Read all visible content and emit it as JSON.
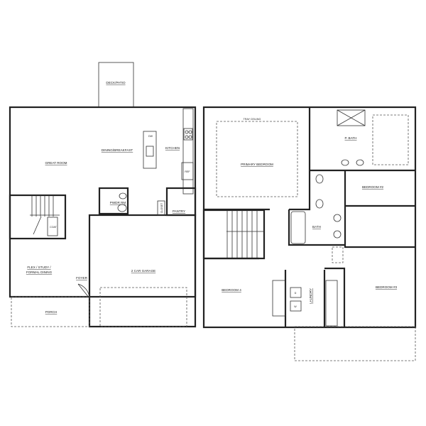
{
  "first_floor": {
    "rooms": {
      "deck": "DECK/PATIO",
      "great_room": "GREAT ROOM",
      "dining": "DINING/BREAKFAST",
      "kitchen": "KITCHEN",
      "powder": "PWDR RM",
      "closet": "CLOSET",
      "pantry": "PANTRY",
      "coat": "COAT",
      "flex_line1": "FLEX / STUDY /",
      "flex_line2": "FORMAL DINING",
      "foyer": "FOYER",
      "garage": "2 CAR GARAGE",
      "porch": "PORCH"
    },
    "fixtures": {
      "dishwasher": "DW",
      "refrigerator": "REF"
    }
  },
  "second_floor": {
    "rooms": {
      "tray": "TRAY CEILING",
      "primary": "PRIMARY BEDROOM",
      "pbath": "P. BATH",
      "bed2": "BEDROOM #2",
      "bath": "BATH",
      "bed4": "BEDROOM 4",
      "laundry": "LAUNDRY",
      "bed3": "BEDROOM #3"
    },
    "fixtures": {
      "dryer": "D",
      "washer": "W"
    }
  }
}
